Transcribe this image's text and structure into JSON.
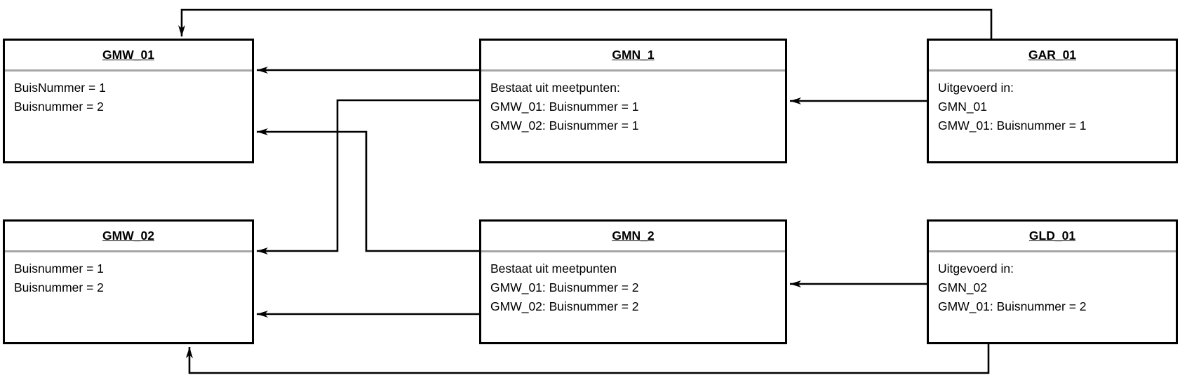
{
  "colors": {
    "background": "#ffffff",
    "box_border": "#000000",
    "title_separator": "#a6a6a6",
    "connector": "#000000",
    "text": "#000000"
  },
  "boxes": [
    {
      "title": "GMW_01",
      "lines": [
        "BuisNummer = 1",
        "Buisnummer = 2"
      ]
    },
    {
      "title": "GMN_1",
      "lines": [
        "Bestaat uit meetpunten:",
        "GMW_01: Buisnummer = 1",
        "GMW_02: Buisnummer = 1"
      ]
    },
    {
      "title": "GAR_01",
      "lines": [
        "Uitgevoerd in:",
        "GMN_01",
        "GMW_01: Buisnummer = 1"
      ]
    },
    {
      "title": "GMW_02",
      "lines": [
        "Buisnummer = 1",
        "Buisnummer = 2"
      ]
    },
    {
      "title": "GMN_2",
      "lines": [
        "Bestaat uit meetpunten",
        "GMW_01: Buisnummer = 2",
        "GMW_02: Buisnummer = 2"
      ]
    },
    {
      "title": "GLD_01",
      "lines": [
        "Uitgevoerd in:",
        "GMN_02",
        "GMW_01: Buisnummer = 2"
      ]
    }
  ]
}
